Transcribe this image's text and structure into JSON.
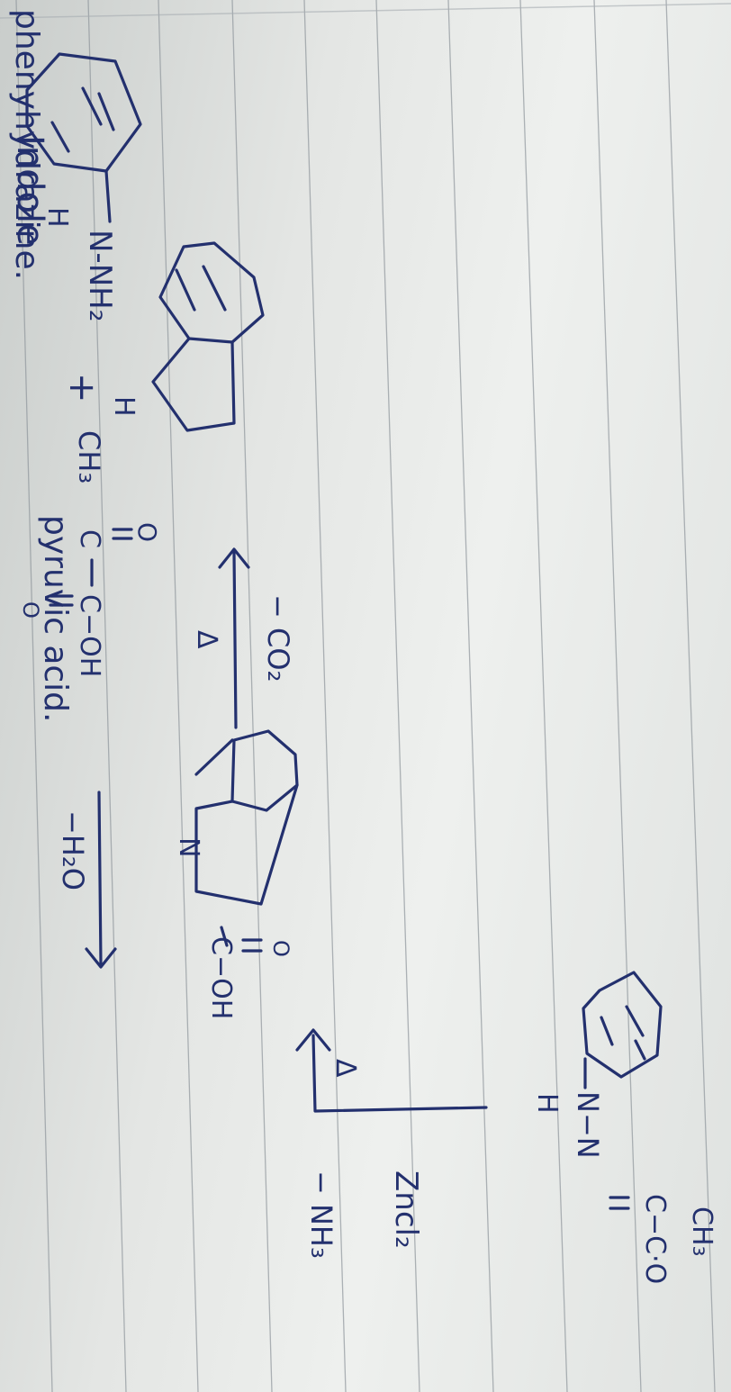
{
  "notes": {
    "reactant_label": "phenyhydrazine.",
    "acid_label": "pyruvic acid.",
    "product_label": "Indole",
    "reagent_water": "−H₂O",
    "reagent_zncl2": "Zncl₂",
    "reagent_nh3": "− NH₃",
    "reagent_co2": "− CO₂",
    "heat_symbol": "Δ",
    "plus_sign": "+",
    "hydrazine_group": "N-NH₂",
    "hydrazine_h": "H",
    "pyruvic_ch3": "CH₃",
    "pyruvic_c_ketone": "C",
    "pyruvic_o_ketone": "O",
    "pyruvic_cooh": "C−OH",
    "pyruvic_o_acid": "O",
    "hydrazone_linkage": "N−N",
    "hydrazone_h": "H",
    "hydrazone_c": "C−C·O",
    "hydrazone_ch3": "CH₃",
    "indole_acid_n": "N",
    "indole_acid_cooh": "C−OH",
    "indole_acid_o": "O",
    "indole_nh": "H"
  }
}
